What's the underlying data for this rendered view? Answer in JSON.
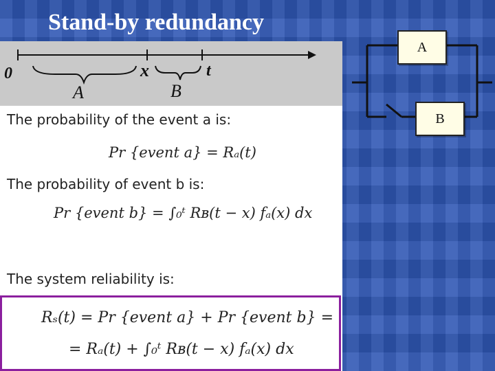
{
  "slide": {
    "title": "Stand-by redundancy"
  },
  "timeline": {
    "zero": "0",
    "x": "x",
    "t": "t",
    "brace_a": "A",
    "brace_b": "B"
  },
  "content": {
    "line1": "The probability of the event  a is:",
    "eq1": "Pr {event a}  =  Rₐ(t)",
    "line2": "The probability of event  b is:",
    "eq2": "Pr {event b}  =  ∫₀ᵗ Rʙ(t − x) fₐ(x) dx",
    "line3": "The system reliability is:",
    "eq3": "Rₛ(t)  =  Pr {event a}  +  Pr {event b}  =",
    "eq4": "=  Rₐ(t)  +  ∫₀ᵗ Rʙ(t − x) fₐ(x) dx"
  },
  "circuit": {
    "box_a": "A",
    "box_b": "B"
  },
  "colors": {
    "background": "#2f57b4",
    "result_border": "#8b1f9e"
  }
}
